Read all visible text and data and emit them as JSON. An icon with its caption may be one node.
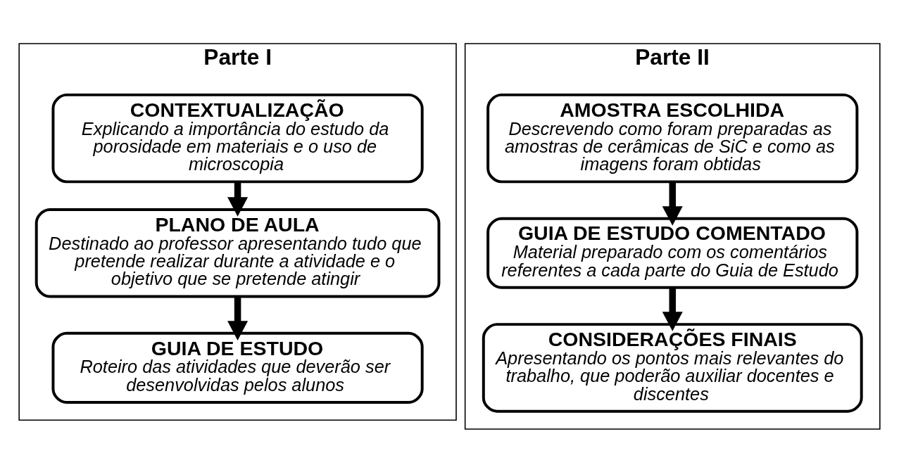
{
  "diagram": {
    "nodes": [
      {
        "text": [
          "Parte I"
        ]
      },
      {
        "text": [
          "CONTEXTUALIZAÇÃO",
          "Explicando a importância do estudo da porosidade em materiais e o uso de microscopia"
        ],
        "in": 0
      },
      {
        "text": [
          "PLANO DE AULA",
          "Destinado ao professor apresentando tudo que pretende realizar durante a atividade e o objetivo que se pretende atingir"
        ],
        "in": 0
      },
      {
        "text": [
          "GUIA DE ESTUDO",
          "Roteiro das atividades que deverão ser desenvolvidas pelos alunos"
        ],
        "in": 0
      },
      {
        "text": [
          "Parte II"
        ]
      },
      {
        "text": [
          "AMOSTRA ESCOLHIDA",
          "Descrevendo como foram preparadas as amostras de cerâmicas de SiC e como as imagens foram obtidas"
        ],
        "in": 4
      },
      {
        "text": [
          "GUIA DE ESTUDO COMENTADO",
          "Material preparado com os comentários referentes a cada parte do Guia de Estudo"
        ],
        "in": 4
      },
      {
        "text": [
          "CONSIDERAÇÕES FINAIS",
          "Apresentando os pontos mais relevantes do trabalho, que poderão auxiliar docentes e discentes"
        ],
        "in": 4
      }
    ],
    "edges": [
      {
        "from": 1,
        "to": 2,
        "arrow": "to"
      },
      {
        "from": 2,
        "to": 3,
        "arrow": "to"
      },
      {
        "from": 5,
        "to": 6,
        "arrow": "to"
      },
      {
        "from": 6,
        "to": 7,
        "arrow": "to"
      }
    ]
  }
}
